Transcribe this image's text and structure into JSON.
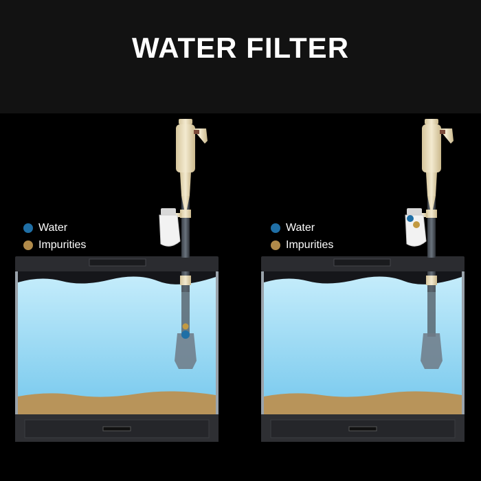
{
  "title": "WATER FILTER",
  "legend": [
    {
      "label": "Water",
      "color": "#1f6fa6"
    },
    {
      "label": "Impurities",
      "color": "#b08a4a"
    }
  ],
  "colors": {
    "water_top": "#b8e6f8",
    "water_bottom": "#7fcdf0",
    "sand": "#b8945a",
    "tank_frame": "#2e2f33",
    "siphon": "#e8dcb8"
  },
  "icons": [
    "siphon-pump-icon",
    "filter-bag-icon",
    "aquarium-tank-icon"
  ]
}
